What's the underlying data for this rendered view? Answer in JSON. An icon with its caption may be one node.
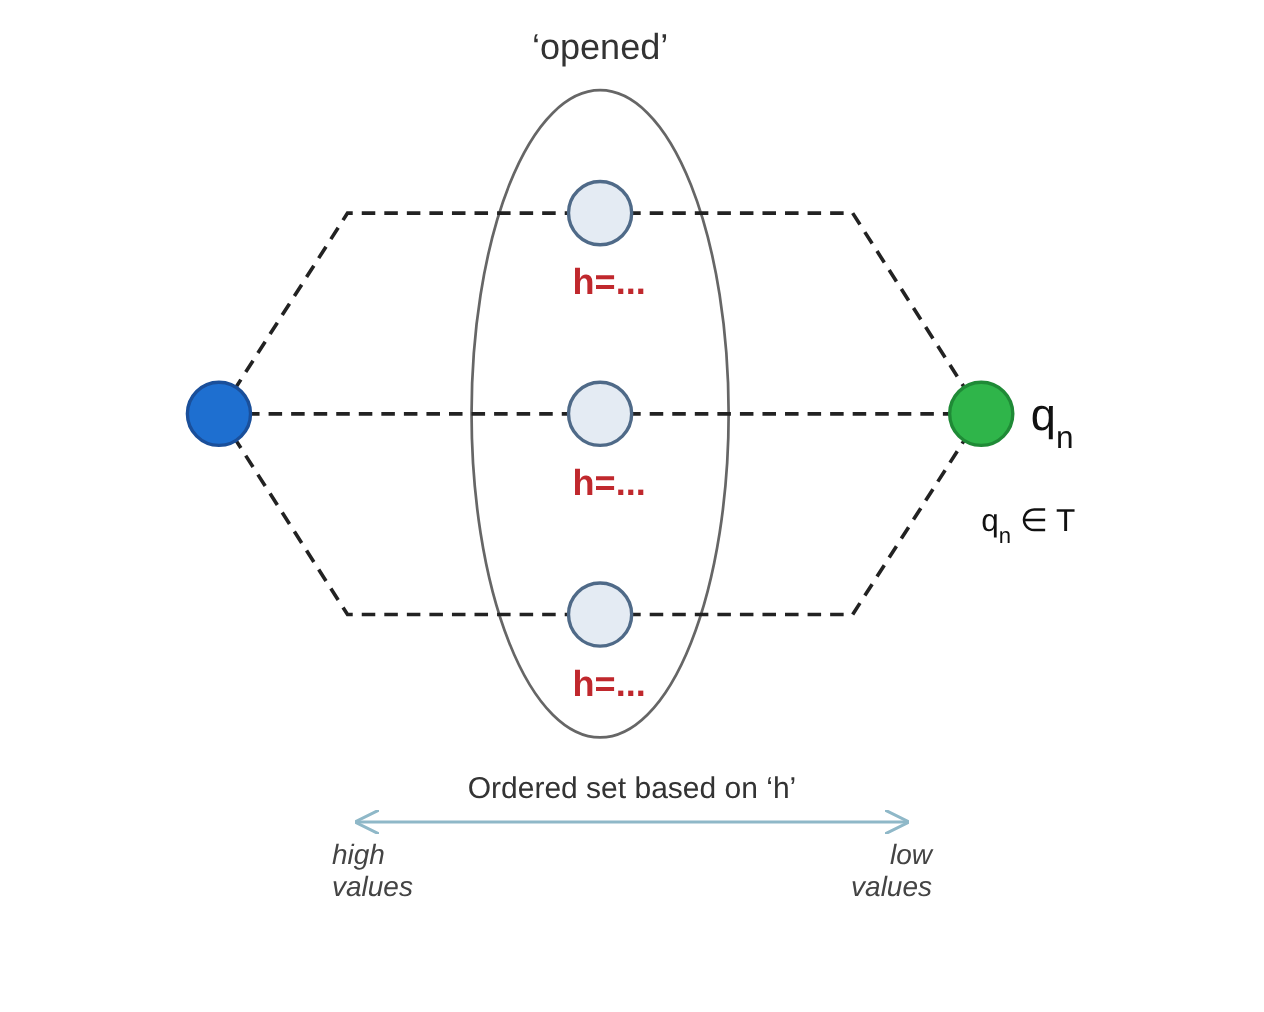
{
  "diagram": {
    "nodes": [
      {
        "text": [],
        "shape": "circle"
      },
      {
        "text": [
          "‘opened’"
        ]
      },
      {
        "text": [],
        "shape": "circle",
        "in": 1,
        "beside": [
          "h=..."
        ]
      },
      {
        "text": [],
        "shape": "circle",
        "in": 1,
        "beside": [
          "h=..."
        ]
      },
      {
        "text": [],
        "shape": "circle",
        "in": 1,
        "beside": [
          "h=..."
        ]
      },
      {
        "text": [],
        "shape": "circle",
        "beside": [
          "q$_{n}$",
          "q$_{n}$ ∈ T"
        ]
      }
    ],
    "edges": [
      {
        "from": 0,
        "to": 2,
        "arrow": "none",
        "style": "dashed"
      },
      {
        "from": 0,
        "to": 3,
        "arrow": "none",
        "style": "dashed"
      },
      {
        "from": 0,
        "to": 4,
        "arrow": "none",
        "style": "dashed"
      },
      {
        "from": 2,
        "to": 5,
        "arrow": "none",
        "style": "dashed"
      },
      {
        "from": 3,
        "to": 5,
        "arrow": "none",
        "style": "dashed"
      },
      {
        "from": 4,
        "to": 5,
        "arrow": "none",
        "style": "dashed"
      }
    ],
    "labels": [
      "Ordered set based on ‘h’",
      "high values",
      "low values"
    ]
  }
}
